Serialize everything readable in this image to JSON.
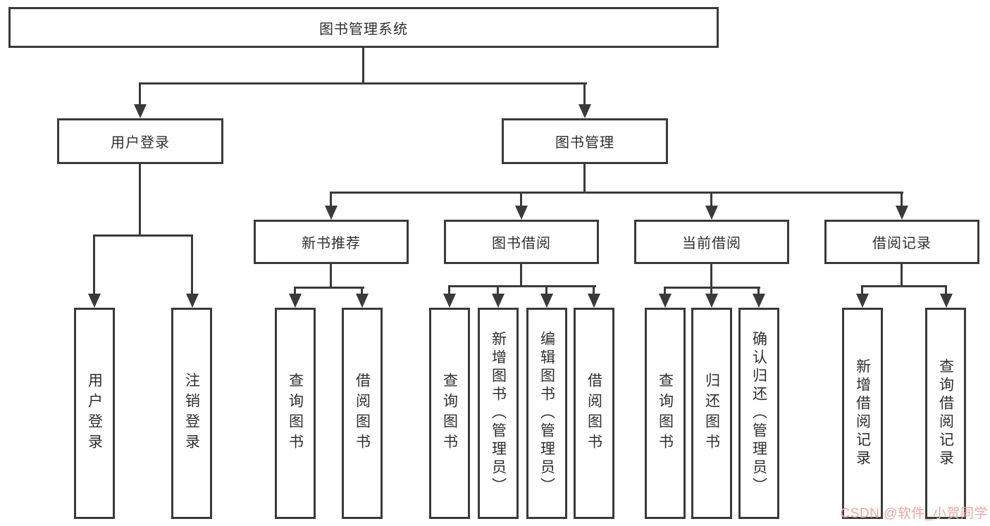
{
  "diagram": {
    "type": "hierarchy-tree",
    "tree": {
      "label": "图书管理系统",
      "children": [
        {
          "label": "用户登录",
          "children": [
            {
              "label": "用户登录"
            },
            {
              "label": "注销登录"
            }
          ]
        },
        {
          "label": "图书管理",
          "children": [
            {
              "label": "新书推荐",
              "children": [
                {
                  "label": "查询图书"
                },
                {
                  "label": "借阅图书"
                }
              ]
            },
            {
              "label": "图书借阅",
              "children": [
                {
                  "label": "查询图书"
                },
                {
                  "label": "新增图书（管理员）"
                },
                {
                  "label": "编辑图书（管理员）"
                },
                {
                  "label": "借阅图书"
                }
              ]
            },
            {
              "label": "当前借阅",
              "children": [
                {
                  "label": "查询图书"
                },
                {
                  "label": "归还图书"
                },
                {
                  "label": "确认归还（管理员）"
                }
              ]
            },
            {
              "label": "借阅记录",
              "children": [
                {
                  "label": "新增借阅记录"
                },
                {
                  "label": "查询借阅记录"
                }
              ]
            }
          ]
        }
      ]
    },
    "colors": {
      "line": "#3a3a3a",
      "text": "#2f2f2f",
      "background": "#ffffff"
    }
  },
  "watermark": {
    "text": "CSDN @软件_小贺同学",
    "color": "#f2a2a2"
  }
}
